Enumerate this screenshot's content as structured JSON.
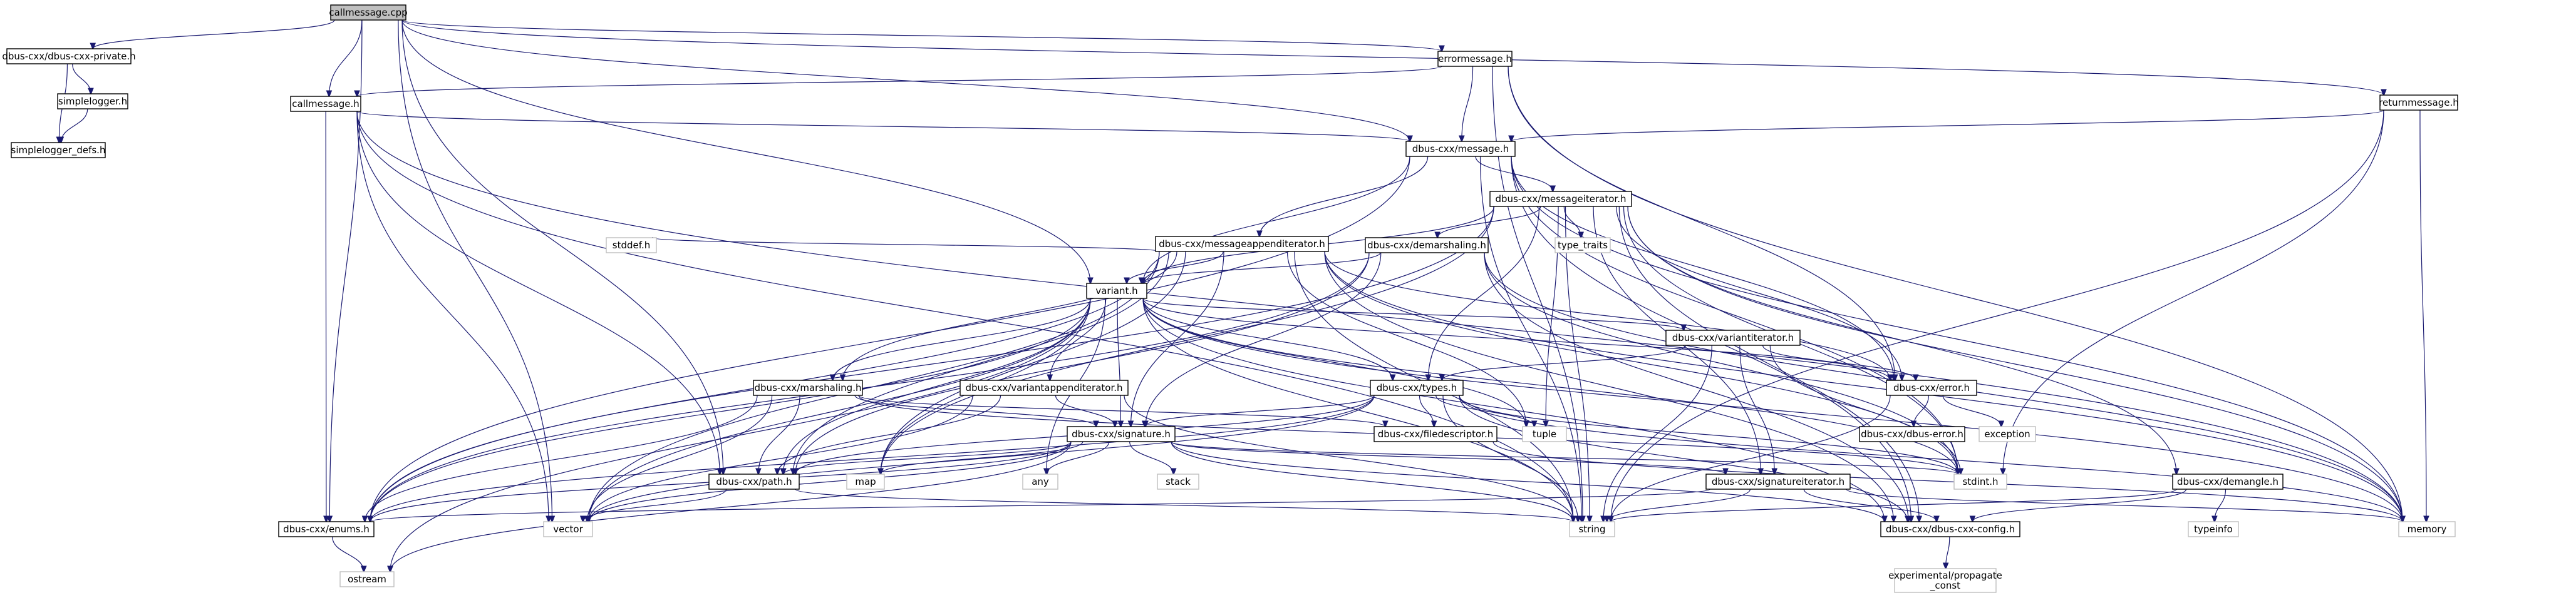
{
  "graph": {
    "edge_color": "#191970",
    "root_fill": "#bfbfbf",
    "ghost_stroke": "#bfbfbf",
    "nodes": [
      {
        "id": "callmessage_cpp",
        "label": "callmessage.cpp",
        "style": "root"
      },
      {
        "id": "dbus_private",
        "label": "dbus-cxx/dbus-cxx-private.h",
        "style": "normal"
      },
      {
        "id": "simplelogger",
        "label": "simplelogger.h",
        "style": "normal"
      },
      {
        "id": "simplelogger_defs",
        "label": "simplelogger_defs.h",
        "style": "normal"
      },
      {
        "id": "errormessage",
        "label": "errormessage.h",
        "style": "normal"
      },
      {
        "id": "callmessage_h",
        "label": "callmessage.h",
        "style": "normal"
      },
      {
        "id": "returnmessage",
        "label": "returnmessage.h",
        "style": "normal"
      },
      {
        "id": "message",
        "label": "dbus-cxx/message.h",
        "style": "normal"
      },
      {
        "id": "messageiterator",
        "label": "dbus-cxx/messageiterator.h",
        "style": "normal"
      },
      {
        "id": "type_traits",
        "label": "type_traits",
        "style": "ghost"
      },
      {
        "id": "msgappenditerator",
        "label": "dbus-cxx/messageappenditerator.h",
        "style": "normal"
      },
      {
        "id": "demarshaling",
        "label": "dbus-cxx/demarshaling.h",
        "style": "normal"
      },
      {
        "id": "stddef",
        "label": "stddef.h",
        "style": "ghost"
      },
      {
        "id": "variant",
        "label": "variant.h",
        "style": "normal"
      },
      {
        "id": "variantiterator",
        "label": "dbus-cxx/variantiterator.h",
        "style": "normal"
      },
      {
        "id": "error",
        "label": "dbus-cxx/error.h",
        "style": "normal"
      },
      {
        "id": "marshaling",
        "label": "dbus-cxx/marshaling.h",
        "style": "normal"
      },
      {
        "id": "variantappenditerator",
        "label": "dbus-cxx/variantappenditerator.h",
        "style": "normal"
      },
      {
        "id": "types",
        "label": "dbus-cxx/types.h",
        "style": "normal"
      },
      {
        "id": "tuple",
        "label": "tuple",
        "style": "ghost"
      },
      {
        "id": "filedescriptor",
        "label": "dbus-cxx/filedescriptor.h",
        "style": "normal"
      },
      {
        "id": "dbus_error",
        "label": "dbus-cxx/dbus-error.h",
        "style": "normal"
      },
      {
        "id": "exception",
        "label": "exception",
        "style": "ghost"
      },
      {
        "id": "signature",
        "label": "dbus-cxx/signature.h",
        "style": "normal"
      },
      {
        "id": "path",
        "label": "dbus-cxx/path.h",
        "style": "normal"
      },
      {
        "id": "map",
        "label": "map",
        "style": "ghost"
      },
      {
        "id": "any",
        "label": "any",
        "style": "ghost"
      },
      {
        "id": "stack",
        "label": "stack",
        "style": "ghost"
      },
      {
        "id": "stdint",
        "label": "stdint.h",
        "style": "ghost"
      },
      {
        "id": "signatureiterator",
        "label": "dbus-cxx/signatureiterator.h",
        "style": "normal"
      },
      {
        "id": "demangle",
        "label": "dbus-cxx/demangle.h",
        "style": "normal"
      },
      {
        "id": "enums",
        "label": "dbus-cxx/enums.h",
        "style": "normal"
      },
      {
        "id": "vector",
        "label": "vector",
        "style": "ghost"
      },
      {
        "id": "string",
        "label": "string",
        "style": "ghost"
      },
      {
        "id": "config",
        "label": "dbus-cxx/dbus-cxx-config.h",
        "style": "normal"
      },
      {
        "id": "memory",
        "label": "memory",
        "style": "ghost"
      },
      {
        "id": "typeinfo",
        "label": "typeinfo",
        "style": "ghost"
      },
      {
        "id": "ostream",
        "label": "ostream",
        "style": "ghost"
      },
      {
        "id": "propagate_const",
        "label": "experimental/propagate\n_const",
        "style": "ghost"
      }
    ],
    "edges": [
      [
        "callmessage_cpp",
        "dbus_private"
      ],
      [
        "callmessage_cpp",
        "errormessage"
      ],
      [
        "callmessage_cpp",
        "callmessage_h"
      ],
      [
        "callmessage_cpp",
        "returnmessage"
      ],
      [
        "callmessage_cpp",
        "message"
      ],
      [
        "callmessage_cpp",
        "variant"
      ],
      [
        "callmessage_cpp",
        "path"
      ],
      [
        "callmessage_cpp",
        "enums"
      ],
      [
        "callmessage_cpp",
        "vector"
      ],
      [
        "dbus_private",
        "simplelogger"
      ],
      [
        "dbus_private",
        "simplelogger_defs"
      ],
      [
        "simplelogger",
        "simplelogger_defs"
      ],
      [
        "errormessage",
        "callmessage_h"
      ],
      [
        "errormessage",
        "message"
      ],
      [
        "errormessage",
        "error"
      ],
      [
        "errormessage",
        "memory"
      ],
      [
        "errormessage",
        "string"
      ],
      [
        "callmessage_h",
        "message"
      ],
      [
        "callmessage_h",
        "path"
      ],
      [
        "callmessage_h",
        "enums"
      ],
      [
        "callmessage_h",
        "memory"
      ],
      [
        "callmessage_h",
        "string"
      ],
      [
        "callmessage_h",
        "vector"
      ],
      [
        "returnmessage",
        "message"
      ],
      [
        "returnmessage",
        "memory"
      ],
      [
        "returnmessage",
        "string"
      ],
      [
        "returnmessage",
        "stdint"
      ],
      [
        "message",
        "messageiterator"
      ],
      [
        "message",
        "msgappenditerator"
      ],
      [
        "message",
        "variant"
      ],
      [
        "message",
        "enums"
      ],
      [
        "message",
        "error"
      ],
      [
        "message",
        "stdint"
      ],
      [
        "message",
        "string"
      ],
      [
        "message",
        "memory"
      ],
      [
        "message",
        "config"
      ],
      [
        "messageiterator",
        "type_traits"
      ],
      [
        "messageiterator",
        "demarshaling"
      ],
      [
        "messageiterator",
        "variant"
      ],
      [
        "messageiterator",
        "types"
      ],
      [
        "messageiterator",
        "tuple"
      ],
      [
        "messageiterator",
        "error"
      ],
      [
        "messageiterator",
        "signatureiterator"
      ],
      [
        "messageiterator",
        "demangle"
      ],
      [
        "messageiterator",
        "stdint"
      ],
      [
        "messageiterator",
        "string"
      ],
      [
        "messageiterator",
        "map"
      ],
      [
        "messageiterator",
        "memory"
      ],
      [
        "messageiterator",
        "enums"
      ],
      [
        "messageiterator",
        "config"
      ],
      [
        "msgappenditerator",
        "stddef"
      ],
      [
        "msgappenditerator",
        "variant"
      ],
      [
        "msgappenditerator",
        "marshaling"
      ],
      [
        "msgappenditerator",
        "signature"
      ],
      [
        "msgappenditerator",
        "path"
      ],
      [
        "msgappenditerator",
        "enums"
      ],
      [
        "msgappenditerator",
        "vector"
      ],
      [
        "msgappenditerator",
        "map"
      ],
      [
        "msgappenditerator",
        "tuple"
      ],
      [
        "msgappenditerator",
        "string"
      ],
      [
        "msgappenditerator",
        "stdint"
      ],
      [
        "msgappenditerator",
        "memory"
      ],
      [
        "msgappenditerator",
        "error"
      ],
      [
        "msgappenditerator",
        "config"
      ],
      [
        "demarshaling",
        "variant"
      ],
      [
        "demarshaling",
        "signature"
      ],
      [
        "demarshaling",
        "path"
      ],
      [
        "demarshaling",
        "enums"
      ],
      [
        "demarshaling",
        "stdint"
      ],
      [
        "demarshaling",
        "memory"
      ],
      [
        "demarshaling",
        "config"
      ],
      [
        "variant",
        "variantiterator"
      ],
      [
        "variant",
        "marshaling"
      ],
      [
        "variant",
        "variantappenditerator"
      ],
      [
        "variant",
        "types"
      ],
      [
        "variant",
        "signature"
      ],
      [
        "variant",
        "path"
      ],
      [
        "variant",
        "enums"
      ],
      [
        "variant",
        "any"
      ],
      [
        "variant",
        "map"
      ],
      [
        "variant",
        "vector"
      ],
      [
        "variant",
        "string"
      ],
      [
        "variant",
        "tuple"
      ],
      [
        "variant",
        "stdint"
      ],
      [
        "variant",
        "memory"
      ],
      [
        "variant",
        "ostream"
      ],
      [
        "variant",
        "config"
      ],
      [
        "variant",
        "error"
      ],
      [
        "variantiterator",
        "types"
      ],
      [
        "variantiterator",
        "signatureiterator"
      ],
      [
        "variantiterator",
        "error"
      ],
      [
        "variantiterator",
        "string"
      ],
      [
        "variantiterator",
        "stdint"
      ],
      [
        "error",
        "dbus_error"
      ],
      [
        "error",
        "exception"
      ],
      [
        "error",
        "string"
      ],
      [
        "marshaling",
        "signature"
      ],
      [
        "marshaling",
        "path"
      ],
      [
        "marshaling",
        "enums"
      ],
      [
        "marshaling",
        "vector"
      ],
      [
        "marshaling",
        "stdint"
      ],
      [
        "marshaling",
        "filedescriptor"
      ],
      [
        "variantappenditerator",
        "signature"
      ],
      [
        "variantappenditerator",
        "path"
      ],
      [
        "variantappenditerator",
        "vector"
      ],
      [
        "variantappenditerator",
        "string"
      ],
      [
        "types",
        "filedescriptor"
      ],
      [
        "types",
        "signature"
      ],
      [
        "types",
        "path"
      ],
      [
        "types",
        "enums"
      ],
      [
        "types",
        "tuple"
      ],
      [
        "types",
        "string"
      ],
      [
        "types",
        "vector"
      ],
      [
        "types",
        "stdint"
      ],
      [
        "types",
        "memory"
      ],
      [
        "types",
        "config"
      ],
      [
        "filedescriptor",
        "memory"
      ],
      [
        "signature",
        "map"
      ],
      [
        "signature",
        "any"
      ],
      [
        "signature",
        "stack"
      ],
      [
        "signature",
        "path"
      ],
      [
        "signature",
        "enums"
      ],
      [
        "signature",
        "vector"
      ],
      [
        "signature",
        "string"
      ],
      [
        "signature",
        "ostream"
      ],
      [
        "signature",
        "stdint"
      ],
      [
        "signature",
        "signatureiterator"
      ],
      [
        "signature",
        "config"
      ],
      [
        "path",
        "vector"
      ],
      [
        "path",
        "string"
      ],
      [
        "signatureiterator",
        "enums"
      ],
      [
        "signatureiterator",
        "string"
      ],
      [
        "signatureiterator",
        "memory"
      ],
      [
        "signatureiterator",
        "config"
      ],
      [
        "demangle",
        "string"
      ],
      [
        "demangle",
        "typeinfo"
      ],
      [
        "demangle",
        "config"
      ],
      [
        "enums",
        "ostream"
      ],
      [
        "config",
        "propagate_const"
      ]
    ]
  }
}
